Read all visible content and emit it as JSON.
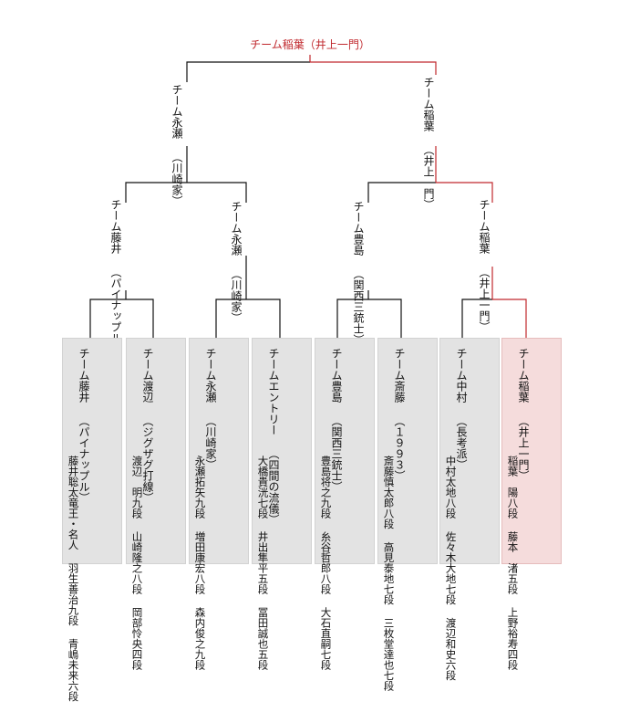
{
  "champion": {
    "label": "チーム稲葉（井上一門）"
  },
  "semifinal": [
    {
      "name": "チーム永瀬",
      "sub": "（川崎家）"
    },
    {
      "name": "チーム稲葉",
      "sub": "（井上一門）"
    }
  ],
  "quarterfinal": [
    {
      "name": "チーム藤井",
      "sub": "（パイナップル）"
    },
    {
      "name": "チーム永瀬",
      "sub": "（川崎家）"
    },
    {
      "name": "チーム豊島",
      "sub": "（関西三銃士）"
    },
    {
      "name": "チーム稲葉",
      "sub": "（井上一門）"
    }
  ],
  "teams": [
    {
      "name": "チーム藤井",
      "sub": "（パイナップル）",
      "members": [
        "藤井聡太竜王・名人",
        "羽生善治九段",
        "青嶋未来六段"
      ]
    },
    {
      "name": "チーム渡辺",
      "sub": "（ジグザグ打線）",
      "members": [
        "渡辺　明九段",
        "山崎隆之八段",
        "岡部怜央四段"
      ]
    },
    {
      "name": "チーム永瀬",
      "sub": "（川崎家）",
      "members": [
        "永瀬拓矢九段",
        "増田康宏八段",
        "森内俊之九段"
      ]
    },
    {
      "name": "チームエントリー",
      "sub": "（四間の流儀）",
      "members": [
        "大橋貴洸七段",
        "井出隼平五段",
        "冨田誠也五段"
      ]
    },
    {
      "name": "チーム豊島",
      "sub": "（関西三銃士）",
      "members": [
        "豊島将之九段",
        "糸谷哲郎八段",
        "大石直嗣七段"
      ]
    },
    {
      "name": "チーム斎藤",
      "sub": "（１９９３）",
      "members": [
        "斎藤慎太郎八段",
        "高見泰地七段",
        "三枚堂達也七段"
      ]
    },
    {
      "name": "チーム中村",
      "sub": "（長考派）",
      "members": [
        "中村太地八段",
        "佐々木大地七段",
        "渡辺和史六段"
      ]
    },
    {
      "name": "チーム稲葉",
      "sub": "（井上一門）",
      "members": [
        "稲葉　陽八段",
        "藤本　渚五段",
        "上野裕寿四段"
      ]
    }
  ],
  "colors": {
    "winner_line": "#c0282d",
    "line": "#111111",
    "box": "#e3e3e3",
    "winner_box": "#f5dcdc"
  }
}
